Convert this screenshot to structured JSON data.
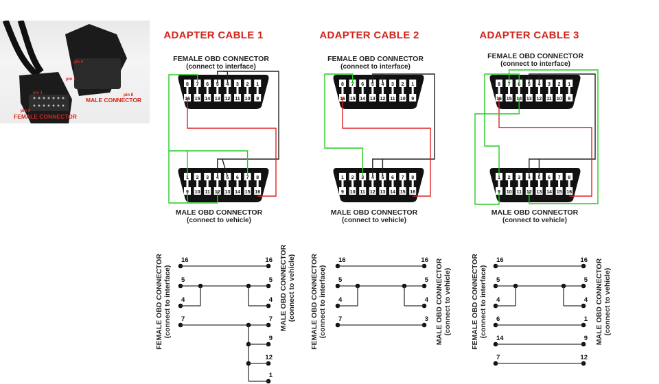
{
  "photo": {
    "labels": {
      "pin9_male": "pin 9",
      "pin1_male": "pin 1",
      "pin8": "pin 8",
      "male": "MALE CONNECTOR",
      "pin1_female": "pin 1",
      "pin9_female": "pin 9",
      "female": "FEMALE CONNECTOR"
    }
  },
  "colors": {
    "title": "#d2261c",
    "green": "#22cc22",
    "red": "#dd2222",
    "black": "#222222"
  },
  "cables": [
    {
      "title": "ADAPTER CABLE 1",
      "female_label": "FEMALE OBD CONNECTOR",
      "female_sub": "(connect to interface)",
      "male_label": "MALE OBD CONNECTOR",
      "male_sub": "(connect to vehicle)",
      "schematic": {
        "left_label": "FEMALE OBD CONNECTOR",
        "left_sub": "(connect to interface)",
        "right_label": "MALE OBD CONNECTOR",
        "right_sub": "(connect to vehicle)",
        "rows": [
          {
            "left": "16",
            "right": "16"
          },
          {
            "left": "5",
            "right": "5"
          },
          {
            "left": "4",
            "right": "4"
          },
          {
            "left": "7",
            "right": "7"
          },
          {
            "left": "",
            "right": "9"
          },
          {
            "left": "",
            "right": "12"
          },
          {
            "left": "",
            "right": "1"
          }
        ]
      }
    },
    {
      "title": "ADAPTER CABLE 2",
      "female_label": "FEMALE OBD CONNECTOR",
      "female_sub": "(connect to interface)",
      "male_label": "MALE OBD CONNECTOR",
      "male_sub": "(connect to vehicle)",
      "schematic": {
        "left_label": "FEMALE OBD CONNECTOR",
        "left_sub": "(connect to interface)",
        "right_label": "MALE OBD CONNECTOR",
        "right_sub": "(connect to vehicle)",
        "rows": [
          {
            "left": "16",
            "right": "16"
          },
          {
            "left": "5",
            "right": "5"
          },
          {
            "left": "4",
            "right": "4"
          },
          {
            "left": "7",
            "right": "3"
          }
        ]
      }
    },
    {
      "title": "ADAPTER CABLE 3",
      "female_label": "FEMALE OBD CONNECTOR",
      "female_sub": "(connect to interface)",
      "male_label": "MALE OBD CONNECTOR",
      "male_sub": "(connect to vehicle)",
      "schematic": {
        "left_label": "FEMALE OBD CONNECTOR",
        "left_sub": "(connect to interface)",
        "right_label": "MALE OBD CONNECTOR",
        "right_sub": "(connect to vehicle)",
        "rows": [
          {
            "left": "16",
            "right": "16"
          },
          {
            "left": "5",
            "right": "5"
          },
          {
            "left": "4",
            "right": "4"
          },
          {
            "left": "6",
            "right": "1"
          },
          {
            "left": "14",
            "right": "9"
          },
          {
            "left": "7",
            "right": "12"
          }
        ]
      }
    }
  ],
  "connector_pins": {
    "female_top": [
      "8",
      "7",
      "6",
      "5",
      "4",
      "3",
      "2",
      "1"
    ],
    "female_bottom": [
      "16",
      "15",
      "14",
      "13",
      "12",
      "11",
      "10",
      "9"
    ],
    "male_top": [
      "1",
      "2",
      "3",
      "4",
      "5",
      "6",
      "7",
      "8"
    ],
    "male_bottom": [
      "9",
      "10",
      "11",
      "12",
      "13",
      "14",
      "15",
      "16"
    ]
  }
}
